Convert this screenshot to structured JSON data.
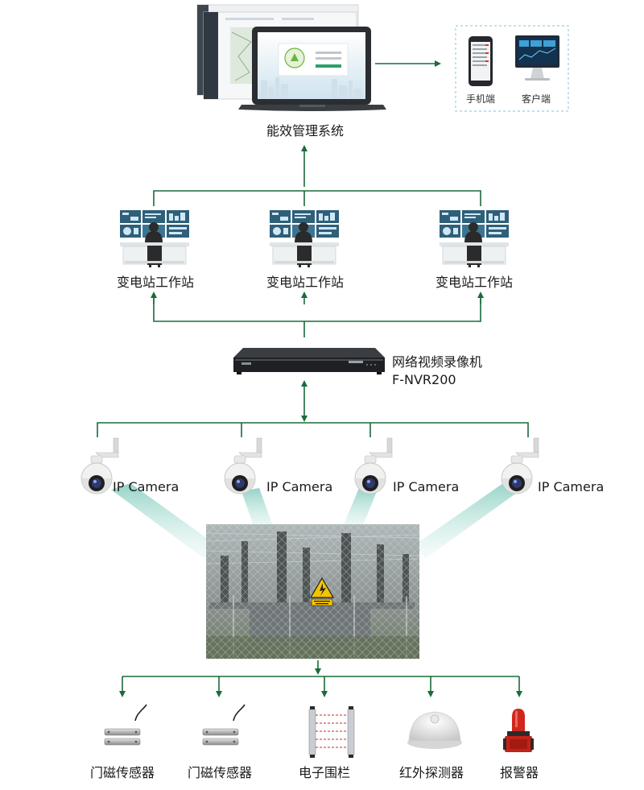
{
  "energy_system": {
    "label": "能效管理系统"
  },
  "clients": {
    "mobile_label": "手机端",
    "desktop_label": "客户端"
  },
  "workstations": [
    {
      "label": "变电站工作站"
    },
    {
      "label": "变电站工作站"
    },
    {
      "label": "变电站工作站"
    }
  ],
  "nvr": {
    "name": "网络视频录像机",
    "model": "F-NVR200"
  },
  "cameras": [
    {
      "label": "IP Camera"
    },
    {
      "label": "IP Camera"
    },
    {
      "label": "IP Camera"
    },
    {
      "label": "IP Camera"
    }
  ],
  "devices": [
    {
      "label": "门磁传感器",
      "icon": "door-magnetic-sensor-icon"
    },
    {
      "label": "门磁传感器",
      "icon": "door-magnetic-sensor-icon"
    },
    {
      "label": "电子围栏",
      "icon": "electronic-fence-icon"
    },
    {
      "label": "红外探测器",
      "icon": "infrared-detector-icon"
    },
    {
      "label": "报警器",
      "icon": "alarm-siren-icon"
    }
  ],
  "colors": {
    "connector": "#1b6b3a",
    "beam": "#9fd6cc",
    "siren": "#d0271d"
  }
}
